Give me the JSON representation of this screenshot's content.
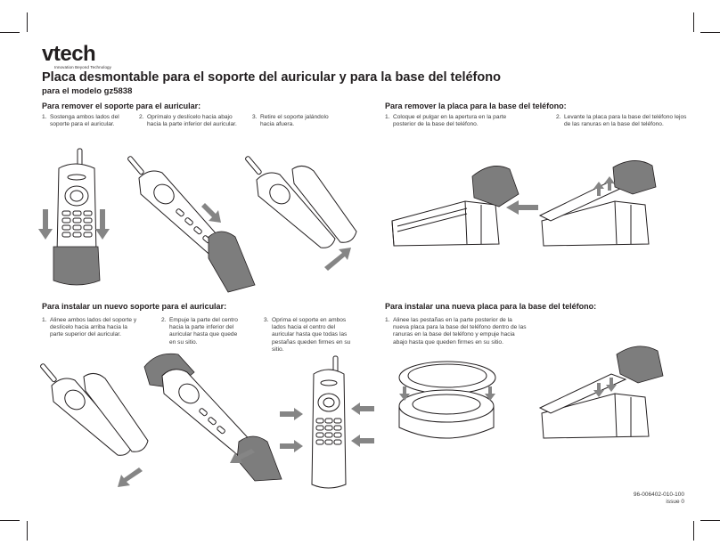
{
  "brand": {
    "logo_text": "vtech",
    "tagline": "Innovation Beyond Technology"
  },
  "page": {
    "title": "Placa desmontable para el soporte del auricular y para la base del teléfono",
    "subtitle": "para el modelo gz5838"
  },
  "sections": {
    "remove_clip": {
      "heading": "Para remover el soporte para el auricular:",
      "steps": [
        {
          "num": "1.",
          "text": "Sostenga ambos lados del soporte para el auricular."
        },
        {
          "num": "2.",
          "text": "Oprímalo y deslícelo hacia abajo hacia la parte inferior del auricular."
        },
        {
          "num": "3.",
          "text": "Retire el soporte jalándolo hacia afuera."
        }
      ]
    },
    "remove_plate": {
      "heading": "Para remover la placa para la base del teléfono:",
      "steps": [
        {
          "num": "1.",
          "text": "Coloque el pulgar en la apertura en la parte posterior de la base del teléfono."
        },
        {
          "num": "2.",
          "text": "Levante la placa para la base del teléfono lejos de las ranuras en la base del teléfono."
        }
      ]
    },
    "install_clip": {
      "heading": "Para instalar un nuevo soporte para el auricular:",
      "steps": [
        {
          "num": "1.",
          "text": "Alinee ambos lados del soporte y deslícelo hacia arriba hacia la parte superior del auricular."
        },
        {
          "num": "2.",
          "text": "Empuje la parte del centro hacia la parte inferior del auricular hasta que quede en su sitio."
        },
        {
          "num": "3.",
          "text": "Oprima el soporte en ambos lados hacia el centro del auricular hasta que todas las pestañas queden firmes en su sitio."
        }
      ]
    },
    "install_plate": {
      "heading": "Para instalar una nueva placa para la base del teléfono:",
      "steps": [
        {
          "num": "1.",
          "text": "Alinee las pestañas en la parte posterior de la nueva placa para la base del teléfono dentro de las ranuras en la base del teléfono y empuje hacia abajo hasta que queden firmes en su sitio."
        }
      ]
    }
  },
  "footer": {
    "doc_number": "96-006402-010-100",
    "issue": "issue 0"
  },
  "colors": {
    "ink": "#231f20",
    "hand_gray": "#7d7d7d",
    "arrow_gray": "#858585"
  },
  "icons": {
    "handset": "cordless-phone-handset-illustration",
    "hand": "hand-illustration",
    "arrow": "direction-arrow",
    "base": "phone-base-illustration"
  }
}
